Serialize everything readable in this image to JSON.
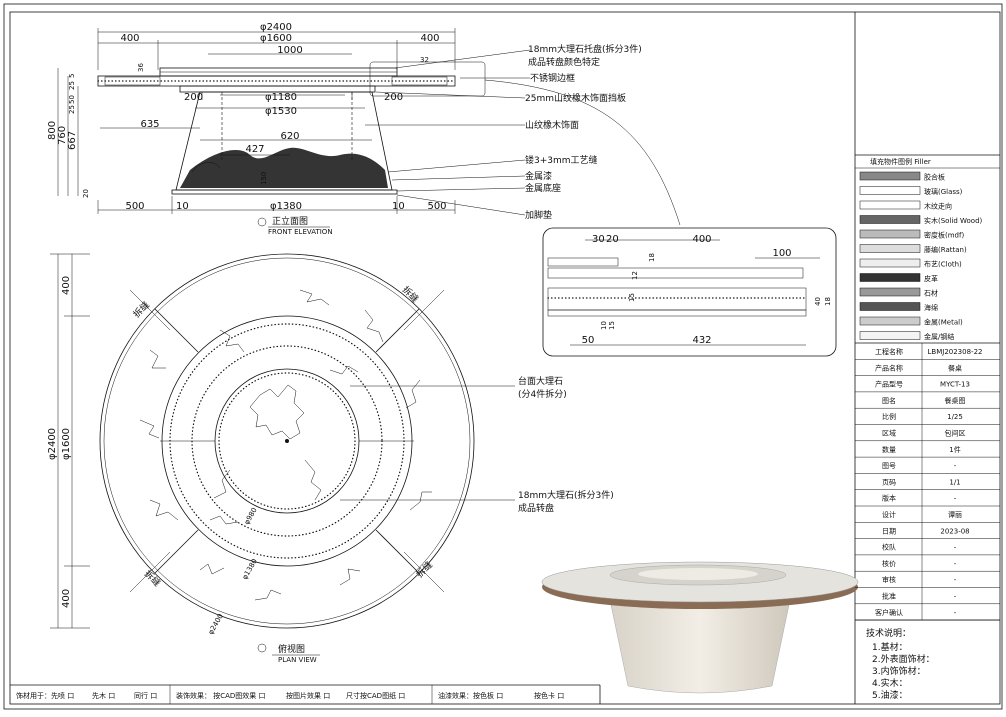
{
  "front_view": {
    "dims": {
      "overall_diameter": "φ2400",
      "inner_diameter": "φ1600",
      "left_rim": "400",
      "right_rim": "400",
      "top_width": "1000",
      "small_36": "36",
      "small_32": "32",
      "base_inner": "φ1180",
      "base_outer": "φ1530",
      "offset_200_left": "200",
      "offset_200_right": "200",
      "d_635": "635",
      "d_620": "620",
      "d_427": "427",
      "d_150": "150",
      "foot_diameter": "φ1380",
      "left_500": "500",
      "right_500": "500",
      "left_10": "10",
      "right_10": "10",
      "h_800": "800",
      "h_760": "760",
      "h_667": "667",
      "h_5": "5",
      "h_25": "25",
      "h_50": "50",
      "h_25b": "25",
      "h_20": "20"
    },
    "callouts": [
      "18mm大理石托盘(拆分3件)",
      "成品转盘颜色特定",
      "不锈钢边框",
      "25mm山纹橡木饰面挡板",
      "山纹橡木饰面",
      "镂3+3mm工艺缝",
      "金属漆",
      "金属底座",
      "加脚垫"
    ],
    "title": "正立面图",
    "subtitle": "FRONT ELEVATION"
  },
  "detail": {
    "dims": [
      "30",
      "20",
      "400",
      "18",
      "100",
      "12",
      "15",
      "40",
      "18",
      "10",
      "15",
      "50",
      "432"
    ]
  },
  "plan_view": {
    "dims": {
      "overall": "φ2400",
      "inner": "φ1600",
      "top_400": "400",
      "bottom_400": "400",
      "ring_a": "φ980",
      "ring_b": "φ1380",
      "ring_c": "φ2400"
    },
    "split_labels": [
      "拆缝",
      "拆缝",
      "拆缝",
      "拆缝"
    ],
    "callouts": [
      "台面大理石",
      "(分4件拆分)",
      "18mm大理石(拆分3件)",
      "成品转盘"
    ],
    "title": "俯视图",
    "subtitle": "PLAN VIEW"
  },
  "legend": {
    "header": "填充物件图例  Filler",
    "items": [
      "胶合板",
      "玻璃(Glass)",
      "木纹走向",
      "实木(Solid Wood)",
      "密度板(mdf)",
      "藤编(Rattan)",
      "布艺(Cloth)",
      "皮革",
      "石材",
      "海绵",
      "金属(Metal)",
      "金属/钢结"
    ]
  },
  "title_block": [
    {
      "label": "工程名称",
      "value": "LBMJ202308-22"
    },
    {
      "label": "产品名称",
      "value": "餐桌"
    },
    {
      "label": "产品型号",
      "value": "MYCT-13"
    },
    {
      "label": "图名",
      "value": "餐桌图"
    },
    {
      "label": "比例",
      "value": "1/25"
    },
    {
      "label": "区域",
      "value": "包间区"
    },
    {
      "label": "数量",
      "value": "1件"
    },
    {
      "label": "图号",
      "value": "-"
    },
    {
      "label": "页码",
      "value": "1/1"
    },
    {
      "label": "版本",
      "value": "-"
    },
    {
      "label": "设计",
      "value": "谭丽"
    },
    {
      "label": "日期",
      "value": "2023-08"
    },
    {
      "label": "校队",
      "value": "-"
    },
    {
      "label": "核价",
      "value": "-"
    },
    {
      "label": "审核",
      "value": "-"
    },
    {
      "label": "批准",
      "value": "-"
    },
    {
      "label": "客户确认",
      "value": "-"
    }
  ],
  "tech_notes": {
    "title": "技术说明：",
    "items": [
      "1.基材：",
      "2.外表面饰材：",
      "3.内饰饰材：",
      "4.实木：",
      "5.油漆："
    ]
  },
  "footer": [
    "饰材用于：先喷 口",
    "先木 口",
    "同行 口",
    "装饰效果：  按CAD图效果 口",
    "按图片效果 口",
    "尺寸按CAD图纸 口",
    "油漆效果：按色板 口",
    "按色卡 口"
  ]
}
